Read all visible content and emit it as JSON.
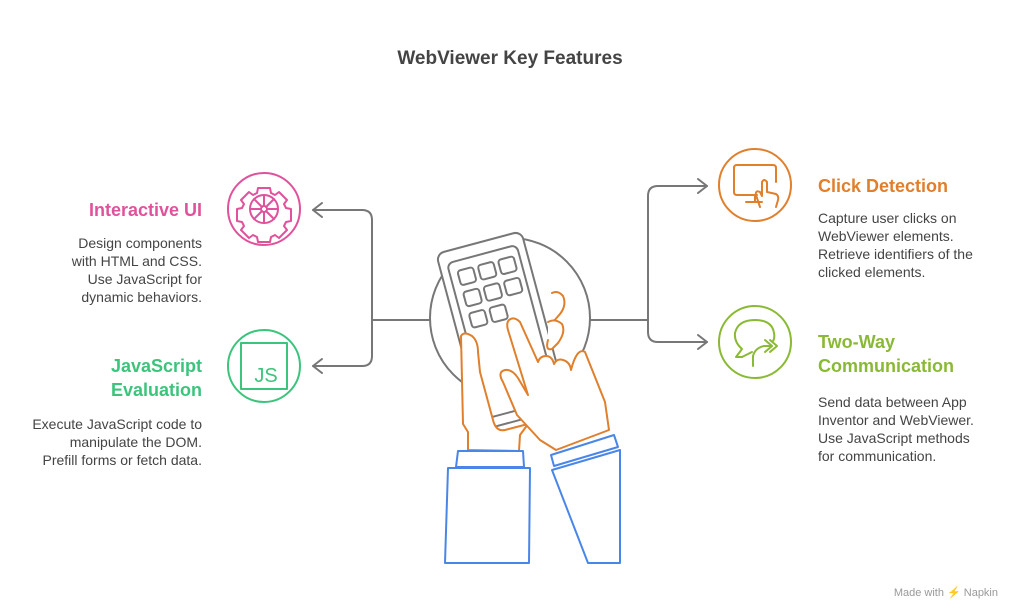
{
  "title": "WebViewer Key Features",
  "colors": {
    "pink": "#e0529c",
    "green": "#3cc47c",
    "orange": "#e07f2c",
    "lime": "#8ab936",
    "gray": "#777777",
    "blue": "#4a86e8"
  },
  "features": [
    {
      "title": "Interactive UI",
      "description": "Design components with HTML and CSS. Use JavaScript for dynamic behaviors.",
      "icon": "gear-icon"
    },
    {
      "title": "JavaScript Evaluation",
      "description": "Execute JavaScript code to manipulate the DOM. Prefill forms or fetch data.",
      "icon": "js-icon",
      "icon_text": "JS"
    },
    {
      "title": "Click Detection",
      "description": "Capture user clicks on WebViewer elements. Retrieve identifiers of the clicked elements.",
      "icon": "monitor-touch-icon"
    },
    {
      "title": "Two-Way Communication",
      "description": "Send data between App Inventor and WebViewer. Use JavaScript methods for communication.",
      "icon": "chat-arrows-icon"
    }
  ],
  "footer": "Made with ⚡ Napkin"
}
